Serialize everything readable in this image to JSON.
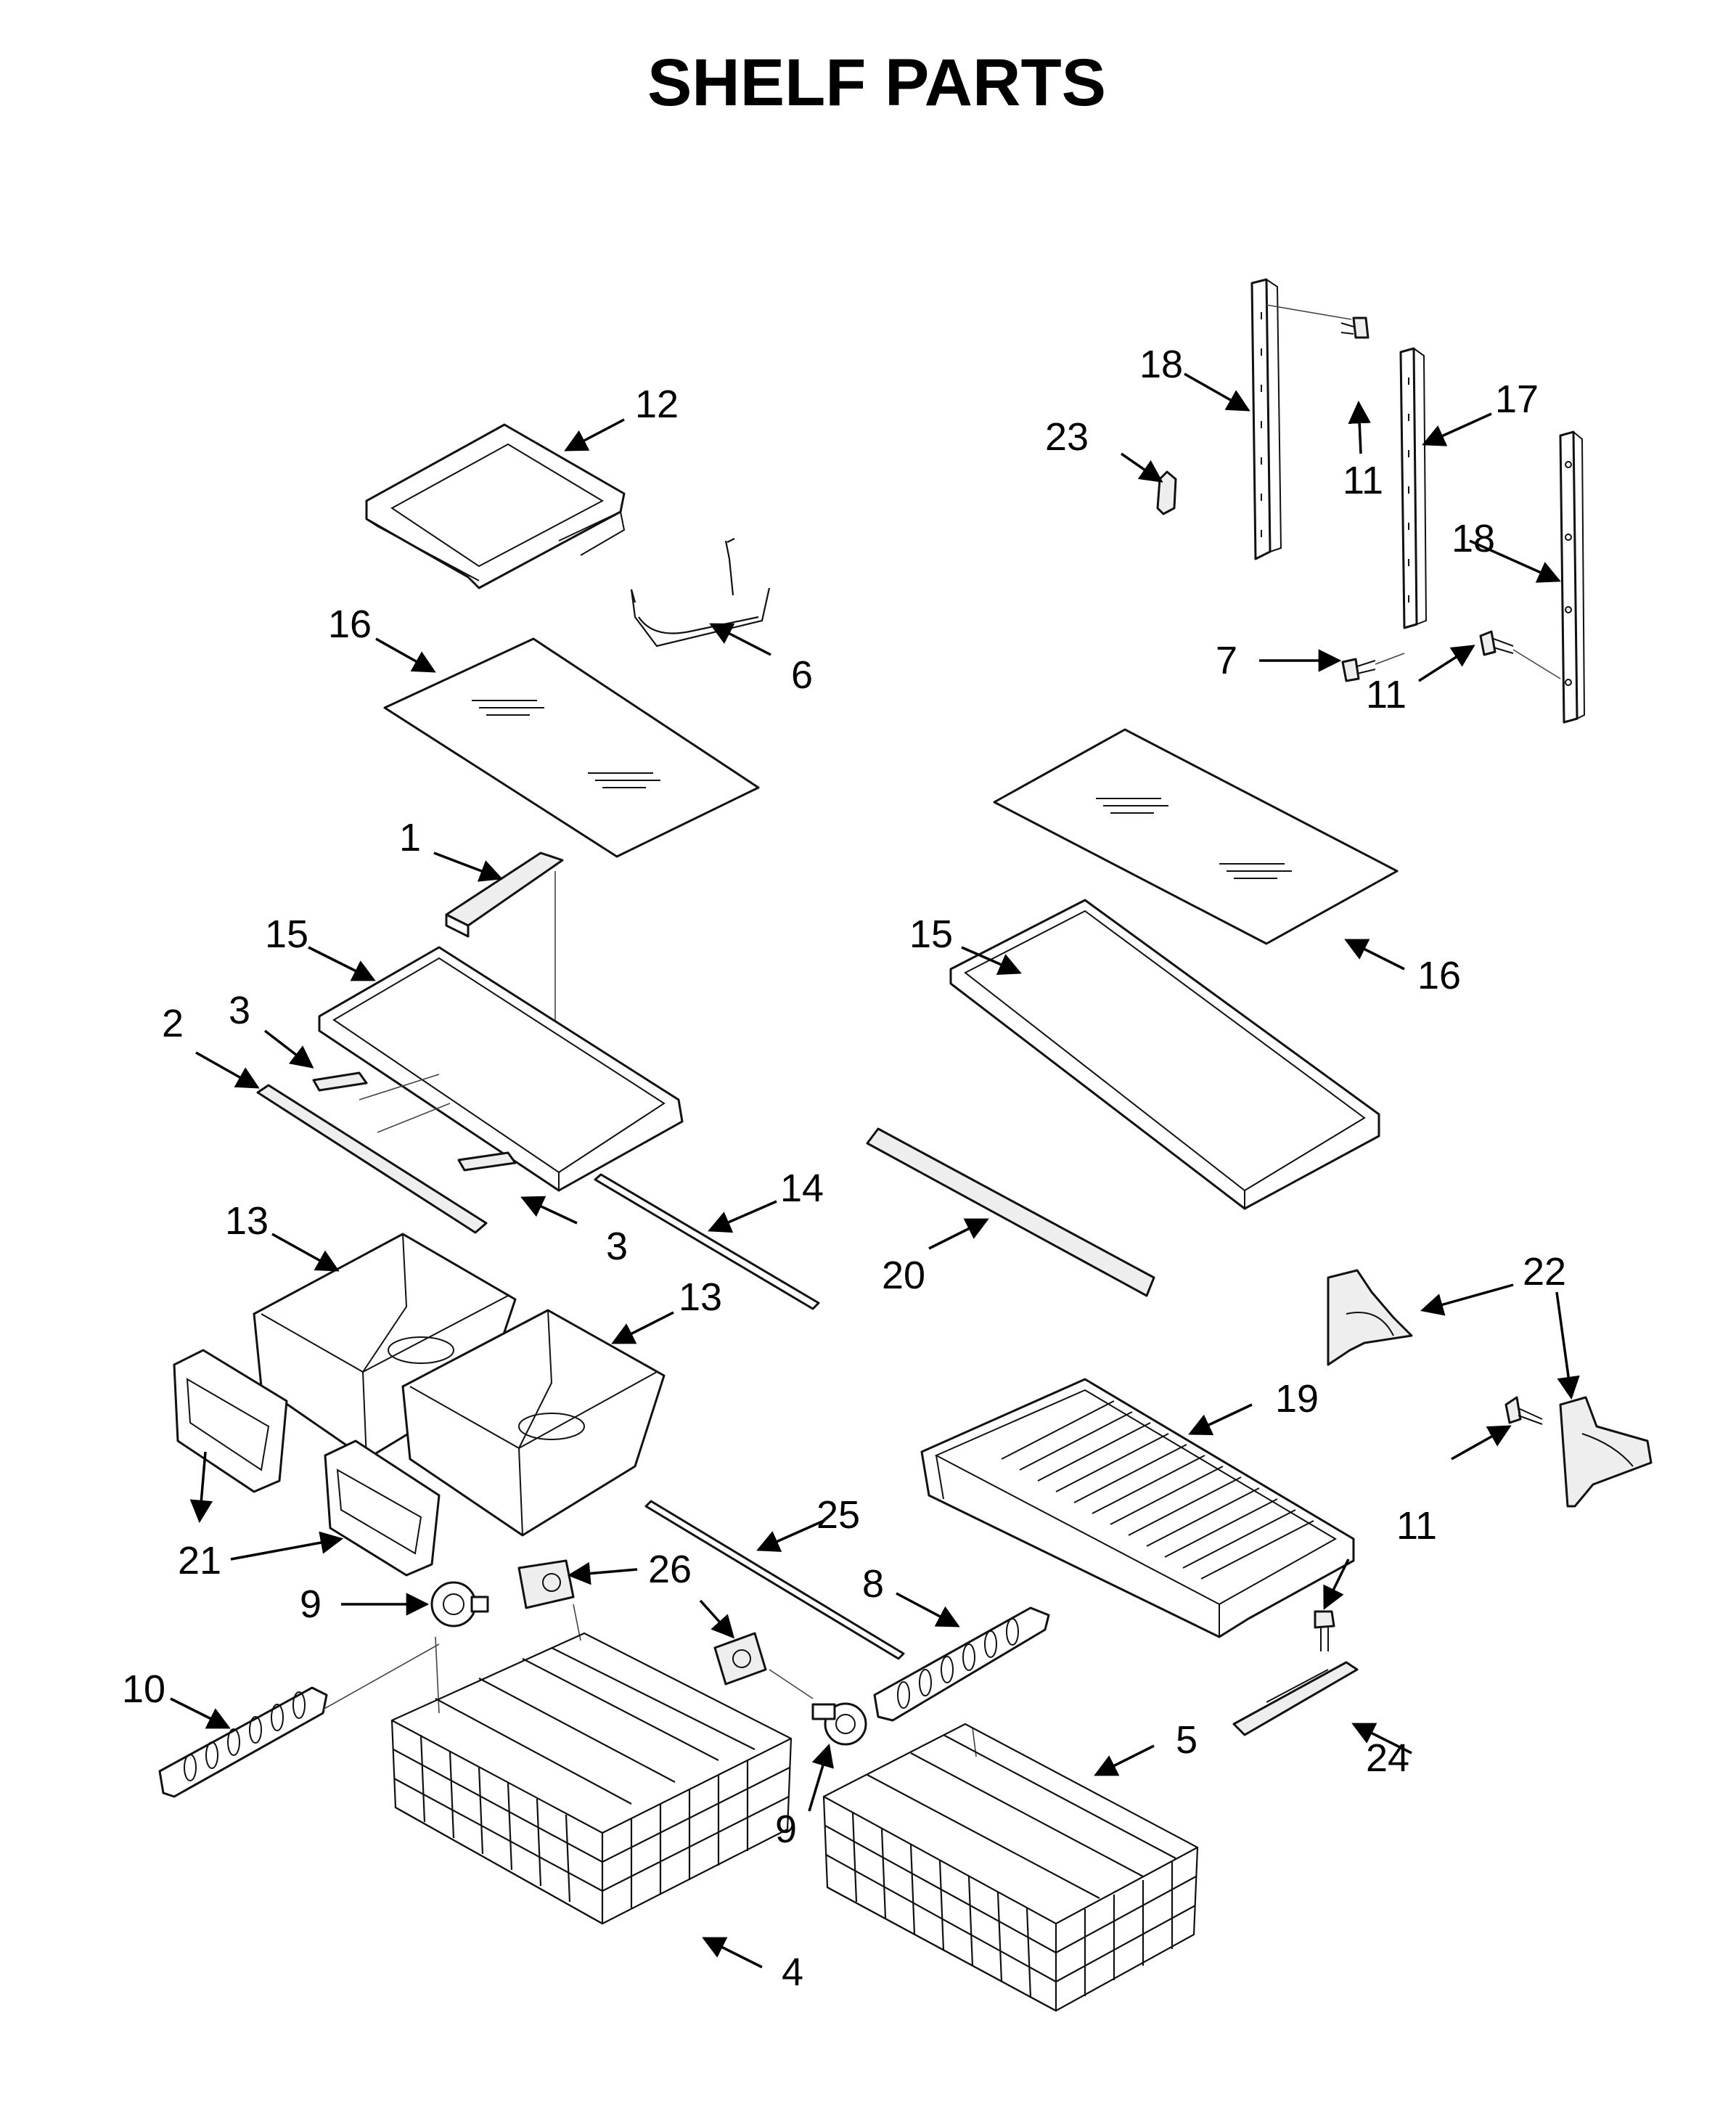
{
  "title": "SHELF PARTS",
  "callouts": [
    "1",
    "2",
    "3",
    "3",
    "4",
    "5",
    "6",
    "7",
    "8",
    "9",
    "9",
    "10",
    "11",
    "11",
    "11",
    "11",
    "12",
    "13",
    "13",
    "14",
    "15",
    "15",
    "16",
    "16",
    "17",
    "18",
    "18",
    "19",
    "20",
    "21",
    "21",
    "22",
    "22",
    "23",
    "24",
    "25",
    "26"
  ]
}
